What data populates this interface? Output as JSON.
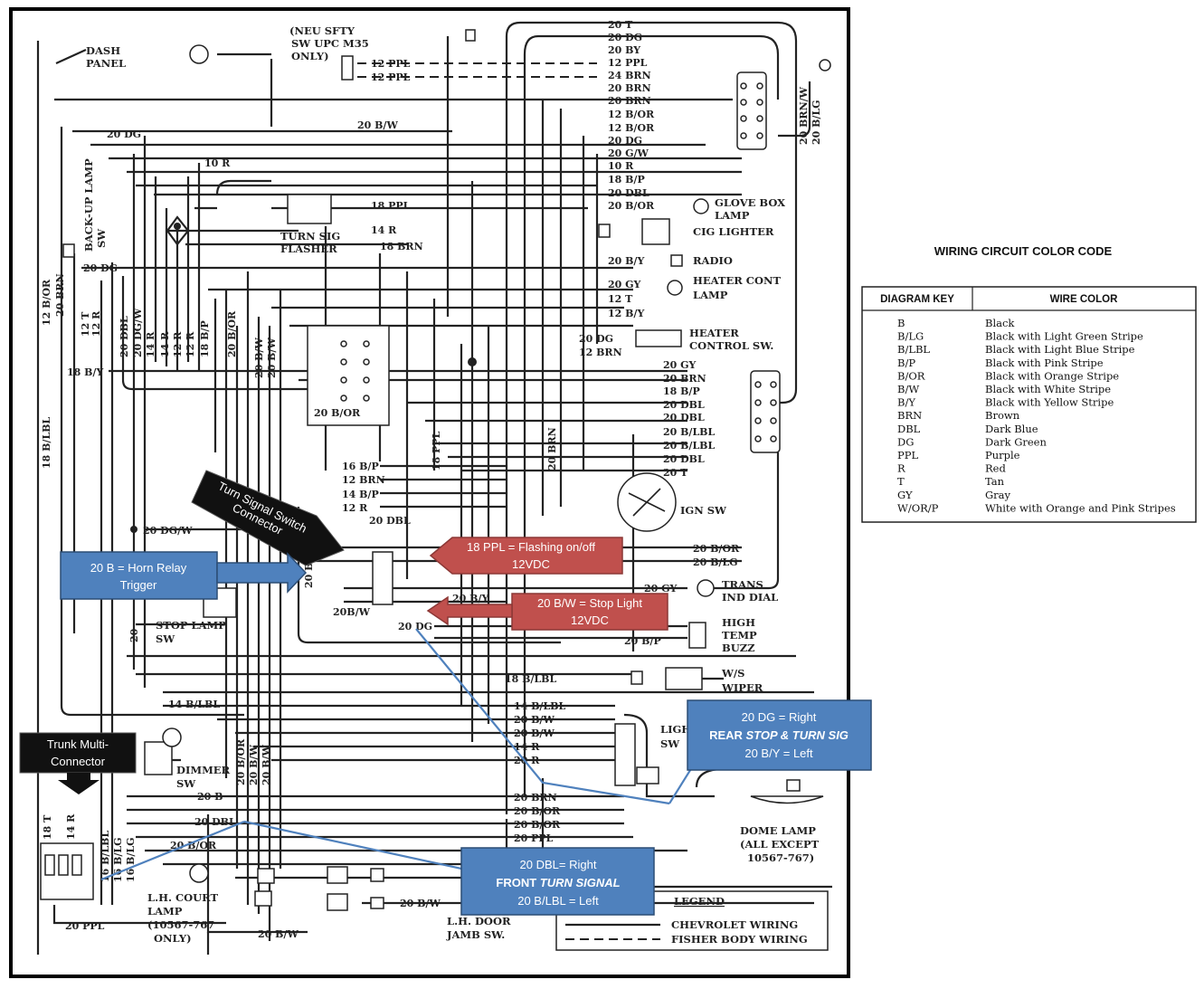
{
  "labels": {
    "dash_panel_1": "DASH",
    "dash_panel_2": "PANEL",
    "neu_1": "(NEU SFTY",
    "neu_2": "SW UPC M35",
    "neu_3": "ONLY)",
    "backup_lamp": "BACK-UP LAMP",
    "backup_sw": "SW",
    "turn_sig_flasher": "TURN SIG",
    "flasher": "FLASHER",
    "glove_box_1": "GLOVE BOX",
    "glove_box_2": "LAMP",
    "cig_lighter": "CIG LIGHTER",
    "radio": "RADIO",
    "heater_cont_1": "HEATER CONT",
    "heater_cont_2": "LAMP",
    "heater_ctrl_1": "HEATER",
    "heater_ctrl_2": "CONTROL SW.",
    "ign_sw": "IGN SW",
    "trans_1": "TRANS",
    "trans_2": "IND DIAL",
    "high_temp_1": "HIGH",
    "high_temp_2": "TEMP",
    "high_temp_3": "BUZZ",
    "ws_wiper_1": "W/S",
    "ws_wiper_2": "WIPER",
    "light_sw_1": "LIGHT",
    "light_sw_2": "SW",
    "stop_lamp_1": "STOP LAMP",
    "stop_lamp_2": "SW",
    "dimmer_1": "DIMMER",
    "dimmer_2": "SW",
    "lh_court_1": "L.H. COURT",
    "lh_court_2": "LAMP",
    "lh_court_3": "(10567-767",
    "lh_court_4": "ONLY)",
    "lh_door_1": "L.H. DOOR",
    "lh_door_2": "JAMB SW.",
    "dome_1": "DOME LAMP",
    "dome_2": "(ALL EXCEPT",
    "dome_3": "10567-767)",
    "legend": "LEGEND",
    "chevrolet_wiring": "CHEVROLET WIRING",
    "fisher_wiring": "FISHER BODY WIRING"
  },
  "wires": {
    "top_right": [
      "20 T",
      "20 DG",
      "20 BY",
      "12 PPL",
      "24 BRN",
      "20 BRN",
      "20 BRN",
      "12 B/OR",
      "12 B/OR",
      "20 DG",
      "20 G/W",
      "10 R",
      "18 B/P",
      "20 DBL",
      "20 B/OR"
    ],
    "neu_ppl_1": "12 PPL",
    "neu_ppl_2": "12 PPL",
    "b_w_top": "20 B/W",
    "dg_left": "20 DG",
    "r10": "10 R",
    "flasher_ppl": "18 PPL",
    "flasher_r": "14 R",
    "flasher_brn": "18 BRN",
    "backup_dg": "20 DG",
    "radio_by": "20 B/Y",
    "heater_gy": "20 GY",
    "heater_t": "12 T",
    "heater_by": "12 B/Y",
    "hc_dg": "20 DG",
    "hc_brn": "12 BRN",
    "right_block": [
      "20 GY",
      "20 BRN",
      "18 B/P",
      "20 DBL",
      "20 DBL",
      "20 B/LBL",
      "20 B/LBL",
      "20 DBL",
      "20 T"
    ],
    "vertical_left": [
      "12 T",
      "12 R",
      "20 DBL",
      "20 DG/W",
      "14 R",
      "14 R",
      "12 R",
      "12 R",
      "18 B/P",
      "20 B/OR"
    ],
    "vl_bor": "12 B/OR",
    "vl_brn": "20 BRN",
    "vl_by": "18 B/Y",
    "vl_blbl": "18 B/LBL",
    "vl_bw1": "20 B/W",
    "vl_bw2": "20 B/W",
    "mid_bor": "20 B/OR",
    "ppl_vert": "18 PPL",
    "brn_vert": "20 BRN",
    "ts_group": [
      "16 B/P",
      "12 BRN",
      "14 B/P",
      "12 R"
    ],
    "dbl_mid": "20 DBL",
    "dgw_left": "20 DG/W",
    "bor_right": "20 B/OR",
    "blg_right": "20 B/LG",
    "by_mid": "20 B/Y",
    "dg_mid": "20 DG",
    "bw_mid": "20B/W",
    "b_vert": "20 B",
    "gy_trans": "20 GY",
    "bp_temp": "20 B/P",
    "blbl_wiper": "18 B/LBL",
    "blbl_left": "14 B/LBL",
    "ls_group": [
      "14 B/LBL",
      "20 B/W",
      "20 B/W",
      "14 R",
      "20 R"
    ],
    "bottom_group": [
      "20 BRN",
      "20 B/OR",
      "20 B/OR",
      "20 PPL"
    ],
    "b_20": "20 B",
    "dbl_20": "20 DBL",
    "bor_20": "20 B/OR",
    "bottom_vert": [
      "20 B/OR",
      "20 B/W",
      "20 B/W"
    ],
    "trunk_vert": [
      "18 T",
      "14 R",
      "16 B/LBL",
      "16 B/LG",
      "16 B/LG"
    ],
    "ppl_bottom": "20 PPL",
    "bw_bottom": "20 B/W",
    "bw_door": "20 B/W",
    "dg20": "20",
    "left_blbl": "18 B/LBL",
    "left_bor": "12 B/OR",
    "right_vert_1": "20 BRN/W",
    "right_vert_2": "20 B/LG"
  },
  "callouts": {
    "turn_connector": "Turn Signal Switch Connector",
    "turn_connector_1": "Turn Signal Switch",
    "turn_connector_2": "Connector",
    "horn_1": "20 B = Horn Relay",
    "horn_2": "Trigger",
    "ppl_1": "18 PPL = Flashing on/off",
    "ppl_2": "12VDC",
    "stop_1": "20 B/W = Stop Light",
    "stop_2": "12VDC",
    "rear_1": "20 DG = Right",
    "rear_2a": "REAR ",
    "rear_2b": "STOP & TURN SIG",
    "rear_3": "20 B/Y = Left",
    "front_1": "20 DBL= Right",
    "front_2a": "FRONT  ",
    "front_2b": "TURN SIGNAL",
    "front_3": "20 B/LBL = Left",
    "trunk_1": "Trunk Multi-",
    "trunk_2": "Connector"
  },
  "color_code": {
    "title": "WIRING CIRCUIT COLOR CODE",
    "col_key": "DIAGRAM KEY",
    "col_color": "WIRE COLOR",
    "rows": [
      {
        "key": "B",
        "color": "Black"
      },
      {
        "key": "B/LG",
        "color": "Black with Light Green Stripe"
      },
      {
        "key": "B/LBL",
        "color": "Black with Light Blue Stripe"
      },
      {
        "key": "B/P",
        "color": "Black with Pink Stripe"
      },
      {
        "key": "B/OR",
        "color": "Black with Orange Stripe"
      },
      {
        "key": "B/W",
        "color": "Black with White Stripe"
      },
      {
        "key": "B/Y",
        "color": "Black with Yellow Stripe"
      },
      {
        "key": "BRN",
        "color": "Brown"
      },
      {
        "key": "DBL",
        "color": "Dark Blue"
      },
      {
        "key": "DG",
        "color": "Dark Green"
      },
      {
        "key": "PPL",
        "color": "Purple"
      },
      {
        "key": "R",
        "color": "Red"
      },
      {
        "key": "T",
        "color": "Tan"
      },
      {
        "key": "GY",
        "color": "Gray"
      },
      {
        "key": "W/OR/P",
        "color": "White with Orange and Pink Stripes"
      }
    ]
  },
  "colors": {
    "blue_callout": "#4f81bd",
    "blue_border": "#2c4d75",
    "red_callout": "#c0504d",
    "red_border": "#8c3836",
    "black_callout": "#111111",
    "ink": "#222222"
  }
}
